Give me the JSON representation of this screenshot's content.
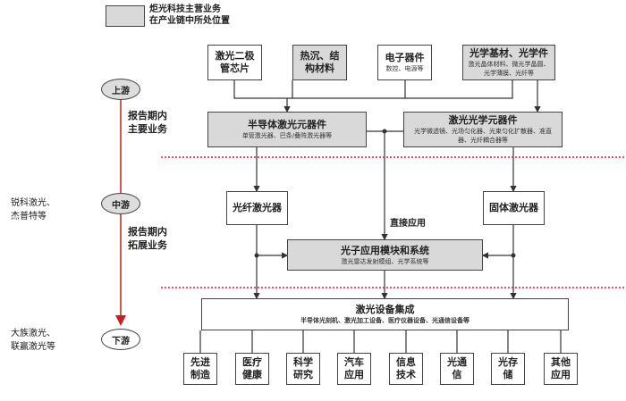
{
  "legend": {
    "line1": "炬光科技主营业务",
    "line2": "在产业链中所处位置"
  },
  "stages": {
    "upstream": "上游",
    "midstream": "中游",
    "downstream": "下游"
  },
  "side_labels": {
    "upstream_biz": [
      "报告期内",
      "主要业务"
    ],
    "midstream_biz": [
      "报告期内",
      "拓展业务"
    ],
    "midstream_peers": [
      "锐科激光、",
      "杰普特等"
    ],
    "downstream_peers": [
      "大族激光、",
      "联赢激光等"
    ]
  },
  "upstream_boxes": [
    {
      "title": "激光二极管芯片",
      "sub": ""
    },
    {
      "title": "热沉、结构材料",
      "sub": ""
    },
    {
      "title": "电子器件",
      "sub": "数控、电源等"
    },
    {
      "title": "光学基材、光学件",
      "sub": "激光晶体材料、微光学晶圆、光学薄膜、光纤等"
    }
  ],
  "components": [
    {
      "title": "半导体激光元器件",
      "sub": "单管激光器、巴条/叠阵激光器等"
    },
    {
      "title": "激光光学元器件",
      "sub": "光学微透镜、光场匀化器、光束匀化扩散器、准直器、光纤耦合器等"
    }
  ],
  "lasers": {
    "fiber": "光纤激光器",
    "solid": "固体激光器"
  },
  "direct_app": "直接应用",
  "photon": {
    "title": "光子应用模块和系统",
    "sub": "激光雷达发射模组、光学系统等"
  },
  "equipment": {
    "title": "激光设备集成",
    "sub": "半导体光刻机、激光加工设备、医疗仪器设备、光通信设备等"
  },
  "applications": [
    "先进制造",
    "医疗健康",
    "科学研究",
    "汽车应用",
    "信息技术",
    "光通信",
    "光存储",
    "其他应用"
  ],
  "colors": {
    "highlight": "#d9d9d9",
    "divider": "#d0203a",
    "arrow": "#c8201e"
  }
}
